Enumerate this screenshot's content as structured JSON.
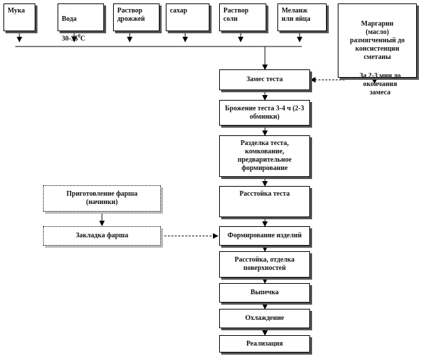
{
  "ingredients": {
    "flour": "Мука",
    "water_line1": "Вода",
    "water_line2": "30-35",
    "water_degree": "0",
    "water_unit": "С",
    "yeast": "Раствор\nдрожжей",
    "sugar": "сахар",
    "salt": "Раствор\nсоли",
    "eggs": "Меланж\nили яйца",
    "margarine": "Маргарин\n(масло)\nразмягченный до\nконсистенции\nсметаны"
  },
  "margarine_note": "За 2-3 мин до\nокончания\nзамеса",
  "process": {
    "kneading": "Замес теста",
    "fermentation": "Брожение теста 3-4 ч (2-3\nобминки)",
    "dividing": "Разделка теста,\nкомкование,\nпредварительное\nформирование",
    "proofing": "Расстойка теста",
    "shaping": "Формирование изделий",
    "final_proofing": "Расстойка, отделка\nповерхностей",
    "baking": "Выпечка",
    "cooling": "Охлаждение",
    "sale": "Реализация"
  },
  "filling": {
    "preparation": "Приготовление фарша\n(начинки)",
    "insertion": "Закладка фарша"
  }
}
